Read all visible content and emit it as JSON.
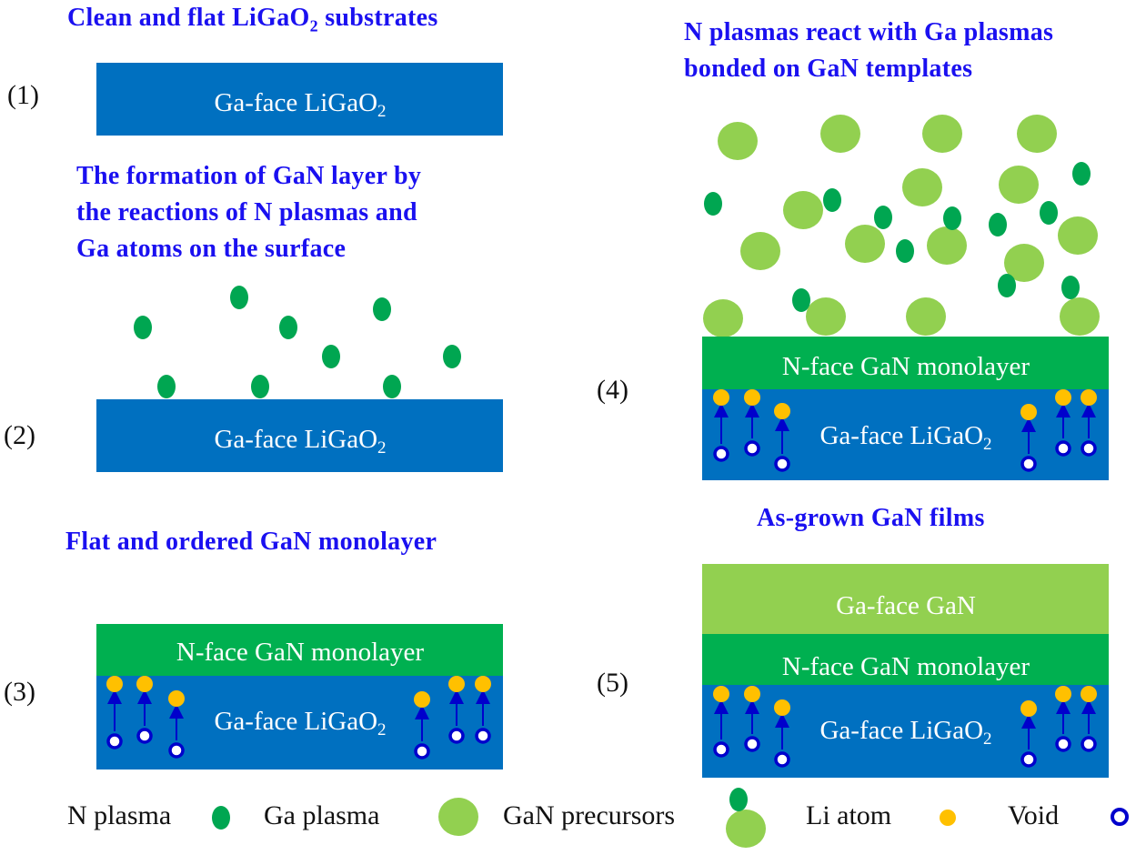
{
  "headings": {
    "h1": {
      "text": "Clean and flat LiGaO",
      "sub": "2",
      "tail": " substrates"
    },
    "h2": [
      "The formation of GaN layer by",
      "the reactions of N plasmas and",
      "Ga atoms on the surface"
    ],
    "h3": "Flat and ordered GaN monolayer",
    "h4": [
      "N plasmas react with Ga plasmas",
      "bonded on GaN templates"
    ],
    "h5": "As-grown GaN films"
  },
  "steps": [
    "(1)",
    "(2)",
    "(3)",
    "(4)",
    "(5)"
  ],
  "layers": {
    "substrate": {
      "text": "Ga-face LiGaO",
      "sub": "2"
    },
    "monolayer": "N-face GaN monolayer",
    "film": "Ga-face GaN"
  },
  "legend": [
    "N plasma",
    "Ga plasma",
    "GaN precursors",
    "Li atom",
    "Void"
  ],
  "colors": {
    "substrate": "#0070c0",
    "monolayer": "#00b050",
    "film": "#92d050",
    "n_plasma": "#00a651",
    "ga_plasma": "#92d050",
    "li_atom": "#ffc000",
    "void": "#0000cc",
    "heading": "#1a10f0"
  }
}
